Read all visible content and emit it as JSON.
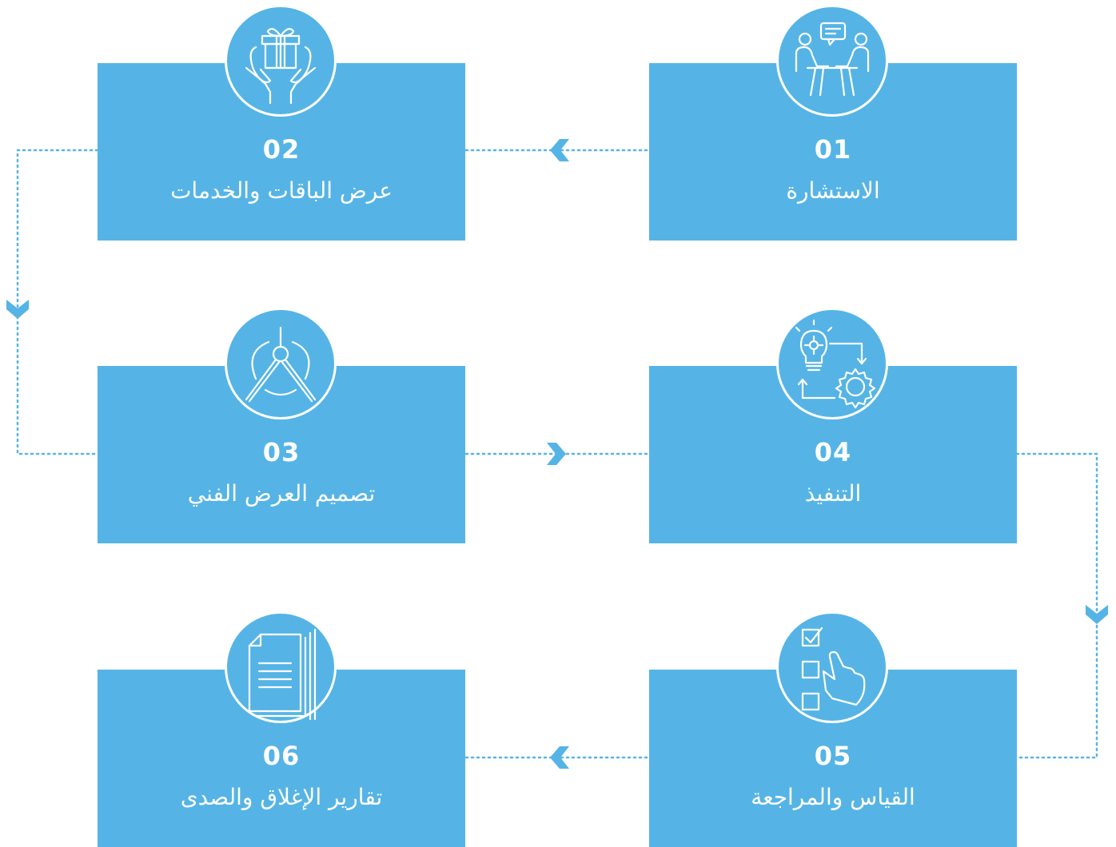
{
  "colors": {
    "accent": "#55b4e5",
    "background": "#ffffff",
    "text": "#ffffff"
  },
  "steps": [
    {
      "number": "01",
      "label": "الاستشارة",
      "icon": "consultation-meeting-icon"
    },
    {
      "number": "02",
      "label": "عرض الباقات والخدمات",
      "icon": "gift-hands-icon"
    },
    {
      "number": "03",
      "label": "تصميم العرض الفني",
      "icon": "compass-design-icon"
    },
    {
      "number": "04",
      "label": "التنفيذ",
      "icon": "idea-gear-cycle-icon"
    },
    {
      "number": "05",
      "label": "القياس والمراجعة",
      "icon": "checklist-hand-icon"
    },
    {
      "number": "06",
      "label": "تقارير الإغلاق والصدى",
      "icon": "documents-stack-icon"
    }
  ]
}
